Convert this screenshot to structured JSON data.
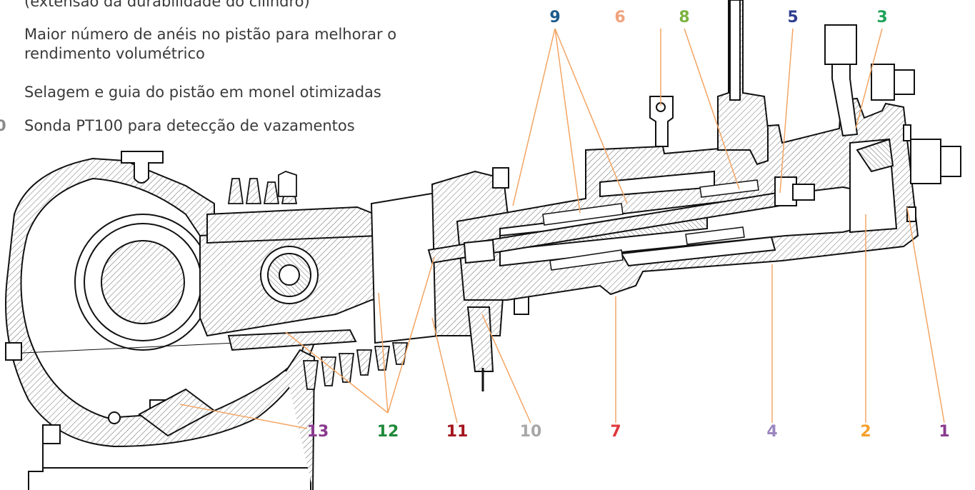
{
  "text_lines": {
    "line1": "(extensão da durabilidade do cilindro)",
    "line2a": "Maior número de anéis no pistão para melhorar o",
    "line2b": "rendimento volumétrico",
    "line3": "Selagem e guia do pistão em monel otimizadas",
    "line4_marker": "0",
    "line4": "Sonda PT100 para detecção de vazamentos"
  },
  "callouts": [
    {
      "label": "9",
      "color": "#1d5a8a"
    },
    {
      "label": "6",
      "color": "#f0a27c"
    },
    {
      "label": "8",
      "color": "#7bb33f"
    },
    {
      "label": "5",
      "color": "#2e3d8f"
    },
    {
      "label": "3",
      "color": "#1fa35a"
    },
    {
      "label": "13",
      "color": "#8a3a8f"
    },
    {
      "label": "12",
      "color": "#1f8a3a"
    },
    {
      "label": "11",
      "color": "#a3161e"
    },
    {
      "label": "10",
      "color": "#a8a8a8"
    },
    {
      "label": "7",
      "color": "#e0383c"
    },
    {
      "label": "4",
      "color": "#9b86bf"
    },
    {
      "label": "2",
      "color": "#f6a02c"
    },
    {
      "label": "1",
      "color": "#8a3a8f"
    }
  ],
  "leader_color": "#f3a564",
  "outline_color": "#111111"
}
